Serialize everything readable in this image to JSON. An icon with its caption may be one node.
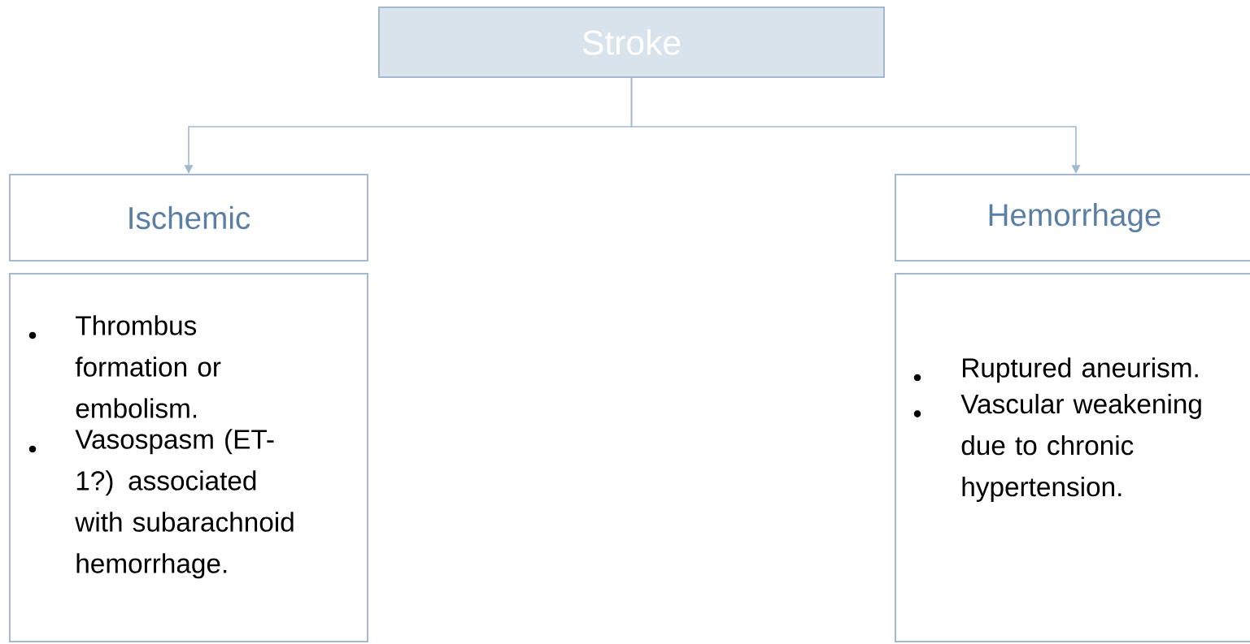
{
  "diagram": {
    "nodes": [
      {
        "text": [
          "Stroke"
        ]
      },
      {
        "text": [
          "Ischemic"
        ]
      },
      {
        "text": [
          "Hemorrhage"
        ]
      },
      {
        "text": [
          "Thrombus formation or embolism.",
          "Vasospasm (ET-1?) associated with subarachnoid hemorrhage."
        ]
      },
      {
        "text": [
          "Ruptured aneurism.",
          "Vascular weakening due to chronic hypertension."
        ]
      }
    ],
    "edges": [
      {
        "from": 0,
        "to": 1,
        "arrow": "to"
      },
      {
        "from": 0,
        "to": 2,
        "arrow": "to"
      }
    ]
  }
}
